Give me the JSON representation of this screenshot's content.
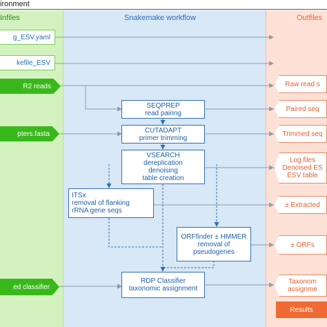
{
  "header": {
    "partial_label": "ironment"
  },
  "columns": {
    "infiles": {
      "title": "Infiles",
      "color": "#2e8f1a"
    },
    "workflow": {
      "title": "Snakemake workflow",
      "color": "#2f6fb3"
    },
    "outfiles": {
      "title": "Outfiles",
      "color": "#e76a3c"
    }
  },
  "infiles": {
    "config": "g_ESV.yaml",
    "snakefile": "kefile_ESV",
    "reads": "R2 reads",
    "adapters": "pters.fasta",
    "classifier": "ed classifier"
  },
  "workflow": {
    "seqprep": {
      "title": "SEQPREP",
      "sub": "read pairing"
    },
    "cutadapt": {
      "title": "CUTADAPT",
      "sub": "primer trimming"
    },
    "vsearch": {
      "title": "VSEARCH",
      "lines": [
        "dereplication",
        "denoising",
        "table creation"
      ]
    },
    "itsx": {
      "title": "ITSx",
      "lines": [
        "removal of flanking",
        "rRNA gene seqs"
      ]
    },
    "orf": {
      "title": "ORFfinder ± HMMER",
      "lines": [
        "removal of",
        "pseudogenes"
      ]
    },
    "rdp": {
      "title": "RDP Classifier",
      "sub": "taxonomic assignment"
    }
  },
  "outfiles": {
    "raw": "Raw read s",
    "paired": "Paired seq",
    "trimmed": "Trimmed seq",
    "vsearch_out": [
      "Log files",
      "Denoised ES",
      "ESV table"
    ],
    "extracted": "± Extracted",
    "orfs": "± ORFs",
    "taxonomy": [
      "Taxonom",
      "assignme"
    ],
    "results": "Results"
  }
}
